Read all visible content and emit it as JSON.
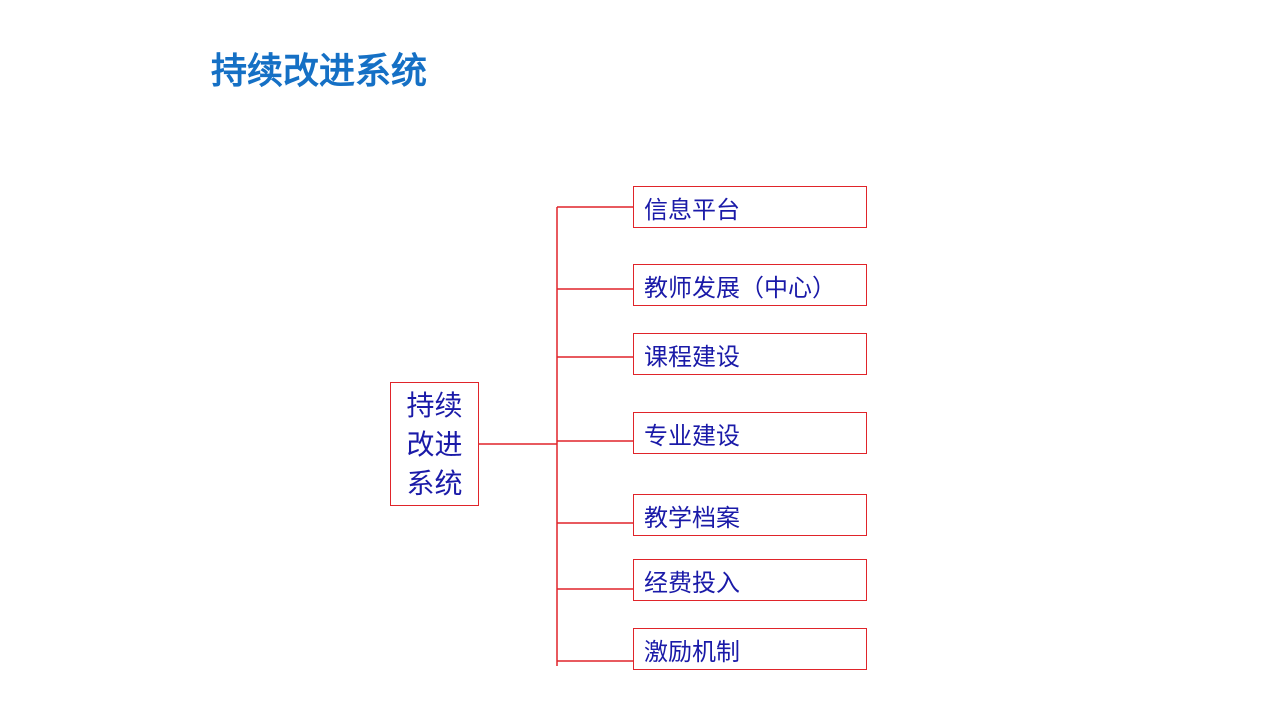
{
  "slide": {
    "title": "持续改进系统"
  },
  "diagram": {
    "root": {
      "lines": [
        "持续",
        "改进",
        "系统"
      ]
    },
    "branches": [
      {
        "label": "信息平台"
      },
      {
        "label": "教师发展（中心）"
      },
      {
        "label": "课程建设"
      },
      {
        "label": "专业建设"
      },
      {
        "label": "教学档案"
      },
      {
        "label": "经费投入"
      },
      {
        "label": "激励机制"
      }
    ],
    "colors": {
      "title": "#1570c5",
      "text": "#1a1aa8",
      "border": "#e0242a",
      "line": "#e0242a"
    }
  }
}
